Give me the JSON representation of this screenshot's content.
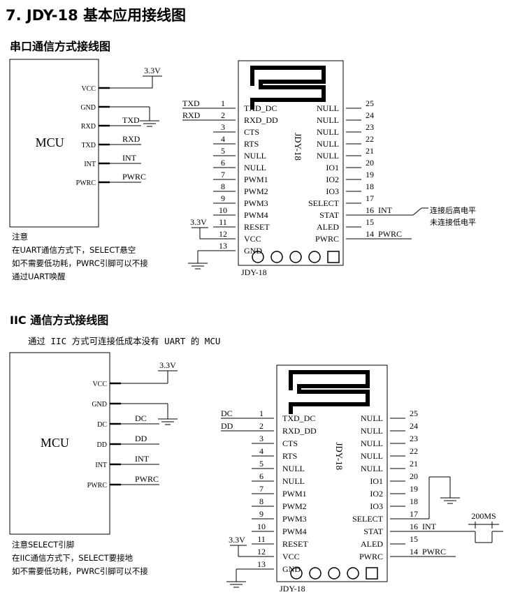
{
  "title": "7.  JDY-18 基本应用接线图",
  "uart": {
    "heading": "串口通信方式接线图",
    "mcu_label": "MCU",
    "mcu_pins": [
      "VCC",
      "GND",
      "RXD",
      "TXD",
      "INT",
      "PWRC"
    ],
    "mcu_nets": [
      "TXD",
      "RXD",
      "INT",
      "PWRC"
    ],
    "supply": "3.3V",
    "module_left_nets": [
      "TXD",
      "RXD"
    ],
    "vcc_supply": "3.3V",
    "stat_net": "INT",
    "stat_note_1": "连接后高电平",
    "stat_note_2": "未连接低电平",
    "pwrc_net": "PWRC",
    "module_name": "JDY-18",
    "module_vertical": "JDY-18",
    "notes": [
      "注意",
      "在UART通信方式下，SELECT悬空",
      "如不需要低功耗，PWRC引脚可以不接",
      "通过UART唤醒"
    ]
  },
  "iic": {
    "heading": "IIC 通信方式接线图",
    "subheading": "通过 IIC 方式可连接低成本没有 UART 的 MCU",
    "mcu_label": "MCU",
    "mcu_pins": [
      "VCC",
      "GND",
      "DC",
      "DD",
      "INT",
      "PWRC"
    ],
    "mcu_nets": [
      "DC",
      "DD",
      "INT",
      "PWRC"
    ],
    "supply": "3.3V",
    "module_left_nets": [
      "DC",
      "DD"
    ],
    "vcc_supply": "3.3V",
    "stat_net": "INT",
    "pulse_label": "200MS",
    "pwrc_net": "PWRC",
    "module_name": "JDY-18",
    "module_vertical": "JDY-18",
    "notes": [
      "注意SELECT引脚",
      "在IIC通信方式下，SELECT要接地",
      "如不需要低功耗，PWRC引脚可以不接"
    ]
  },
  "module": {
    "left_pins": [
      {
        "num": "1",
        "name": "TXD_DC"
      },
      {
        "num": "2",
        "name": "RXD_DD"
      },
      {
        "num": "3",
        "name": "CTS"
      },
      {
        "num": "4",
        "name": "RTS"
      },
      {
        "num": "5",
        "name": "NULL"
      },
      {
        "num": "6",
        "name": "NULL"
      },
      {
        "num": "7",
        "name": "PWM1"
      },
      {
        "num": "8",
        "name": "PWM2"
      },
      {
        "num": "9",
        "name": "PWM3"
      },
      {
        "num": "10",
        "name": "PWM4"
      },
      {
        "num": "11",
        "name": "RESET"
      },
      {
        "num": "12",
        "name": "VCC"
      },
      {
        "num": "13",
        "name": "GND"
      }
    ],
    "right_pins": [
      {
        "num": "25",
        "name": "NULL"
      },
      {
        "num": "24",
        "name": "NULL"
      },
      {
        "num": "23",
        "name": "NULL"
      },
      {
        "num": "22",
        "name": "NULL"
      },
      {
        "num": "21",
        "name": "NULL"
      },
      {
        "num": "20",
        "name": "IO1"
      },
      {
        "num": "19",
        "name": "IO2"
      },
      {
        "num": "18",
        "name": "IO3"
      },
      {
        "num": "17",
        "name": "SELECT"
      },
      {
        "num": "16",
        "name": "STAT"
      },
      {
        "num": "15",
        "name": "ALED"
      },
      {
        "num": "14",
        "name": "PWRC"
      }
    ]
  }
}
